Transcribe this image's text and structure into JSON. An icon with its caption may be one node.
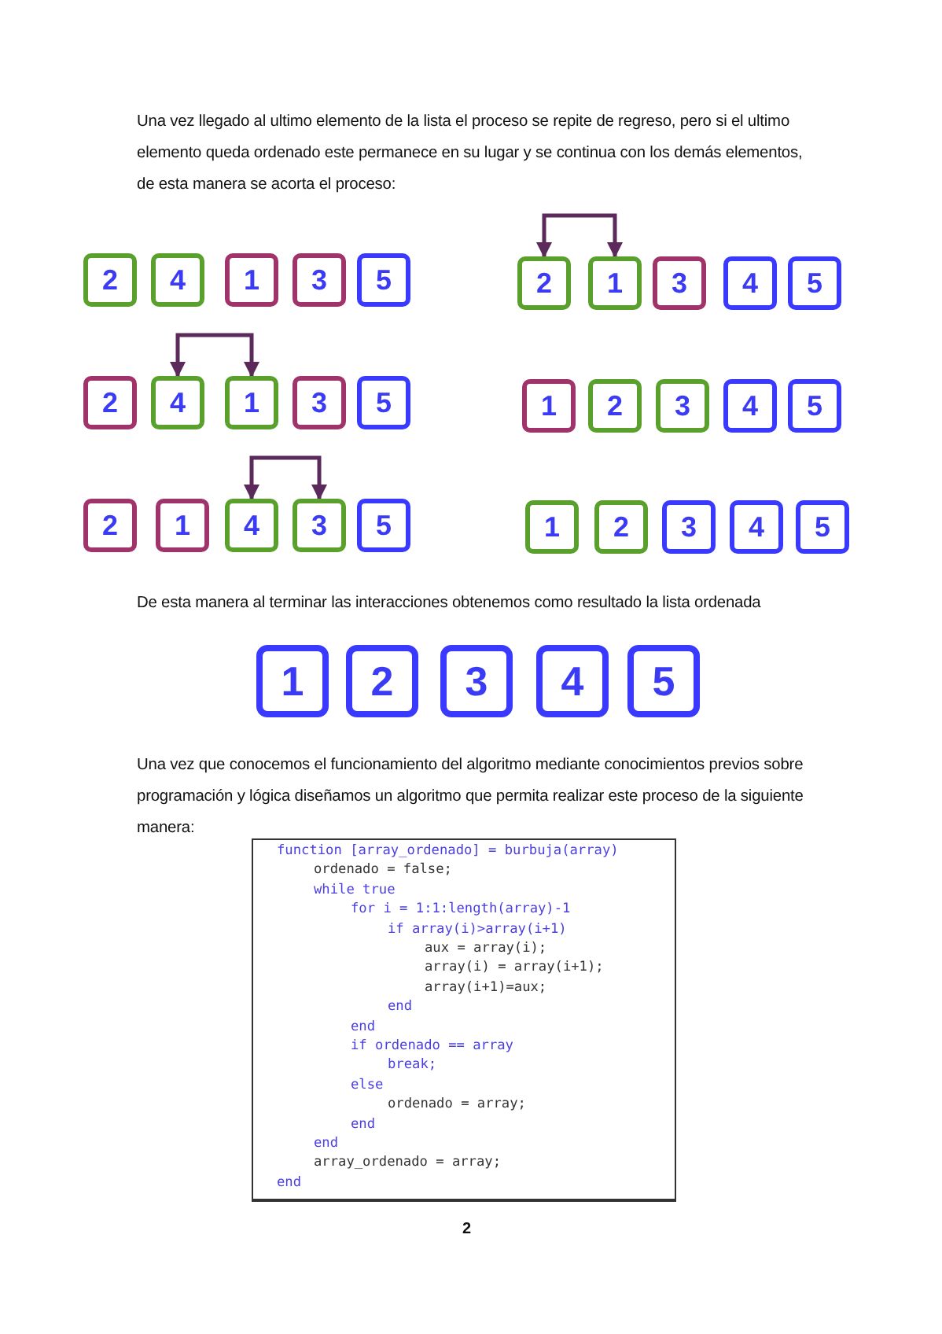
{
  "diagram": {
    "nodes": [
      {
        "text": [
          "2"
        ]
      },
      {
        "text": [
          "4"
        ]
      },
      {
        "text": [
          "1"
        ]
      },
      {
        "text": [
          "3"
        ]
      },
      {
        "text": [
          "5"
        ]
      },
      {
        "text": [
          "2"
        ]
      },
      {
        "text": [
          "1"
        ]
      },
      {
        "text": [
          "3"
        ]
      },
      {
        "text": [
          "4"
        ]
      },
      {
        "text": [
          "5"
        ]
      },
      {
        "text": [
          "2"
        ]
      },
      {
        "text": [
          "4"
        ]
      },
      {
        "text": [
          "1"
        ]
      },
      {
        "text": [
          "3"
        ]
      },
      {
        "text": [
          "5"
        ]
      },
      {
        "text": [
          "1"
        ]
      },
      {
        "text": [
          "2"
        ]
      },
      {
        "text": [
          "3"
        ]
      },
      {
        "text": [
          "4"
        ]
      },
      {
        "text": [
          "5"
        ]
      },
      {
        "text": [
          "2"
        ]
      },
      {
        "text": [
          "1"
        ]
      },
      {
        "text": [
          "4"
        ]
      },
      {
        "text": [
          "3"
        ]
      },
      {
        "text": [
          "5"
        ]
      },
      {
        "text": [
          "1"
        ]
      },
      {
        "text": [
          "2"
        ]
      },
      {
        "text": [
          "3"
        ]
      },
      {
        "text": [
          "4"
        ]
      },
      {
        "text": [
          "5"
        ]
      },
      {
        "text": [
          "1"
        ]
      },
      {
        "text": [
          "2"
        ]
      },
      {
        "text": [
          "3"
        ]
      },
      {
        "text": [
          "4"
        ]
      },
      {
        "text": [
          "5"
        ]
      }
    ],
    "edges": [
      {
        "from": 5,
        "to": 6,
        "arrow": "both"
      },
      {
        "from": 11,
        "to": 12,
        "arrow": "both"
      },
      {
        "from": 22,
        "to": 23,
        "arrow": "both"
      }
    ],
    "labels": [
      "Una vez llegado al ultimo elemento de la lista el proceso se repite de regreso, pero si el ultimo elemento queda ordenado este permanece en su lugar y se continua con los demás elementos, de esta manera se acorta el proceso:",
      "De esta manera al terminar las interacciones obtenemos como resultado la lista ordenada",
      "Una vez que conocemos el funcionamiento del algoritmo mediante conocimientos previos sobre programación y lógica diseñamos un algoritmo que permita realizar este proceso de la siguiente manera:",
      "function [array_ordenado] = burbuja(array)",
      "ordenado = false;",
      "while true",
      "for i = 1:1:length(array)-1",
      "if array(i)>array(i+1)",
      "aux = array(i);",
      "array(i) = array(i+1);",
      "array(i+1)=aux;",
      "end",
      "end",
      "if ordenado == array",
      "break;",
      "else",
      "ordenado = array;",
      "end",
      "end",
      "array_ordenado = array;",
      "end",
      "2"
    ]
  }
}
